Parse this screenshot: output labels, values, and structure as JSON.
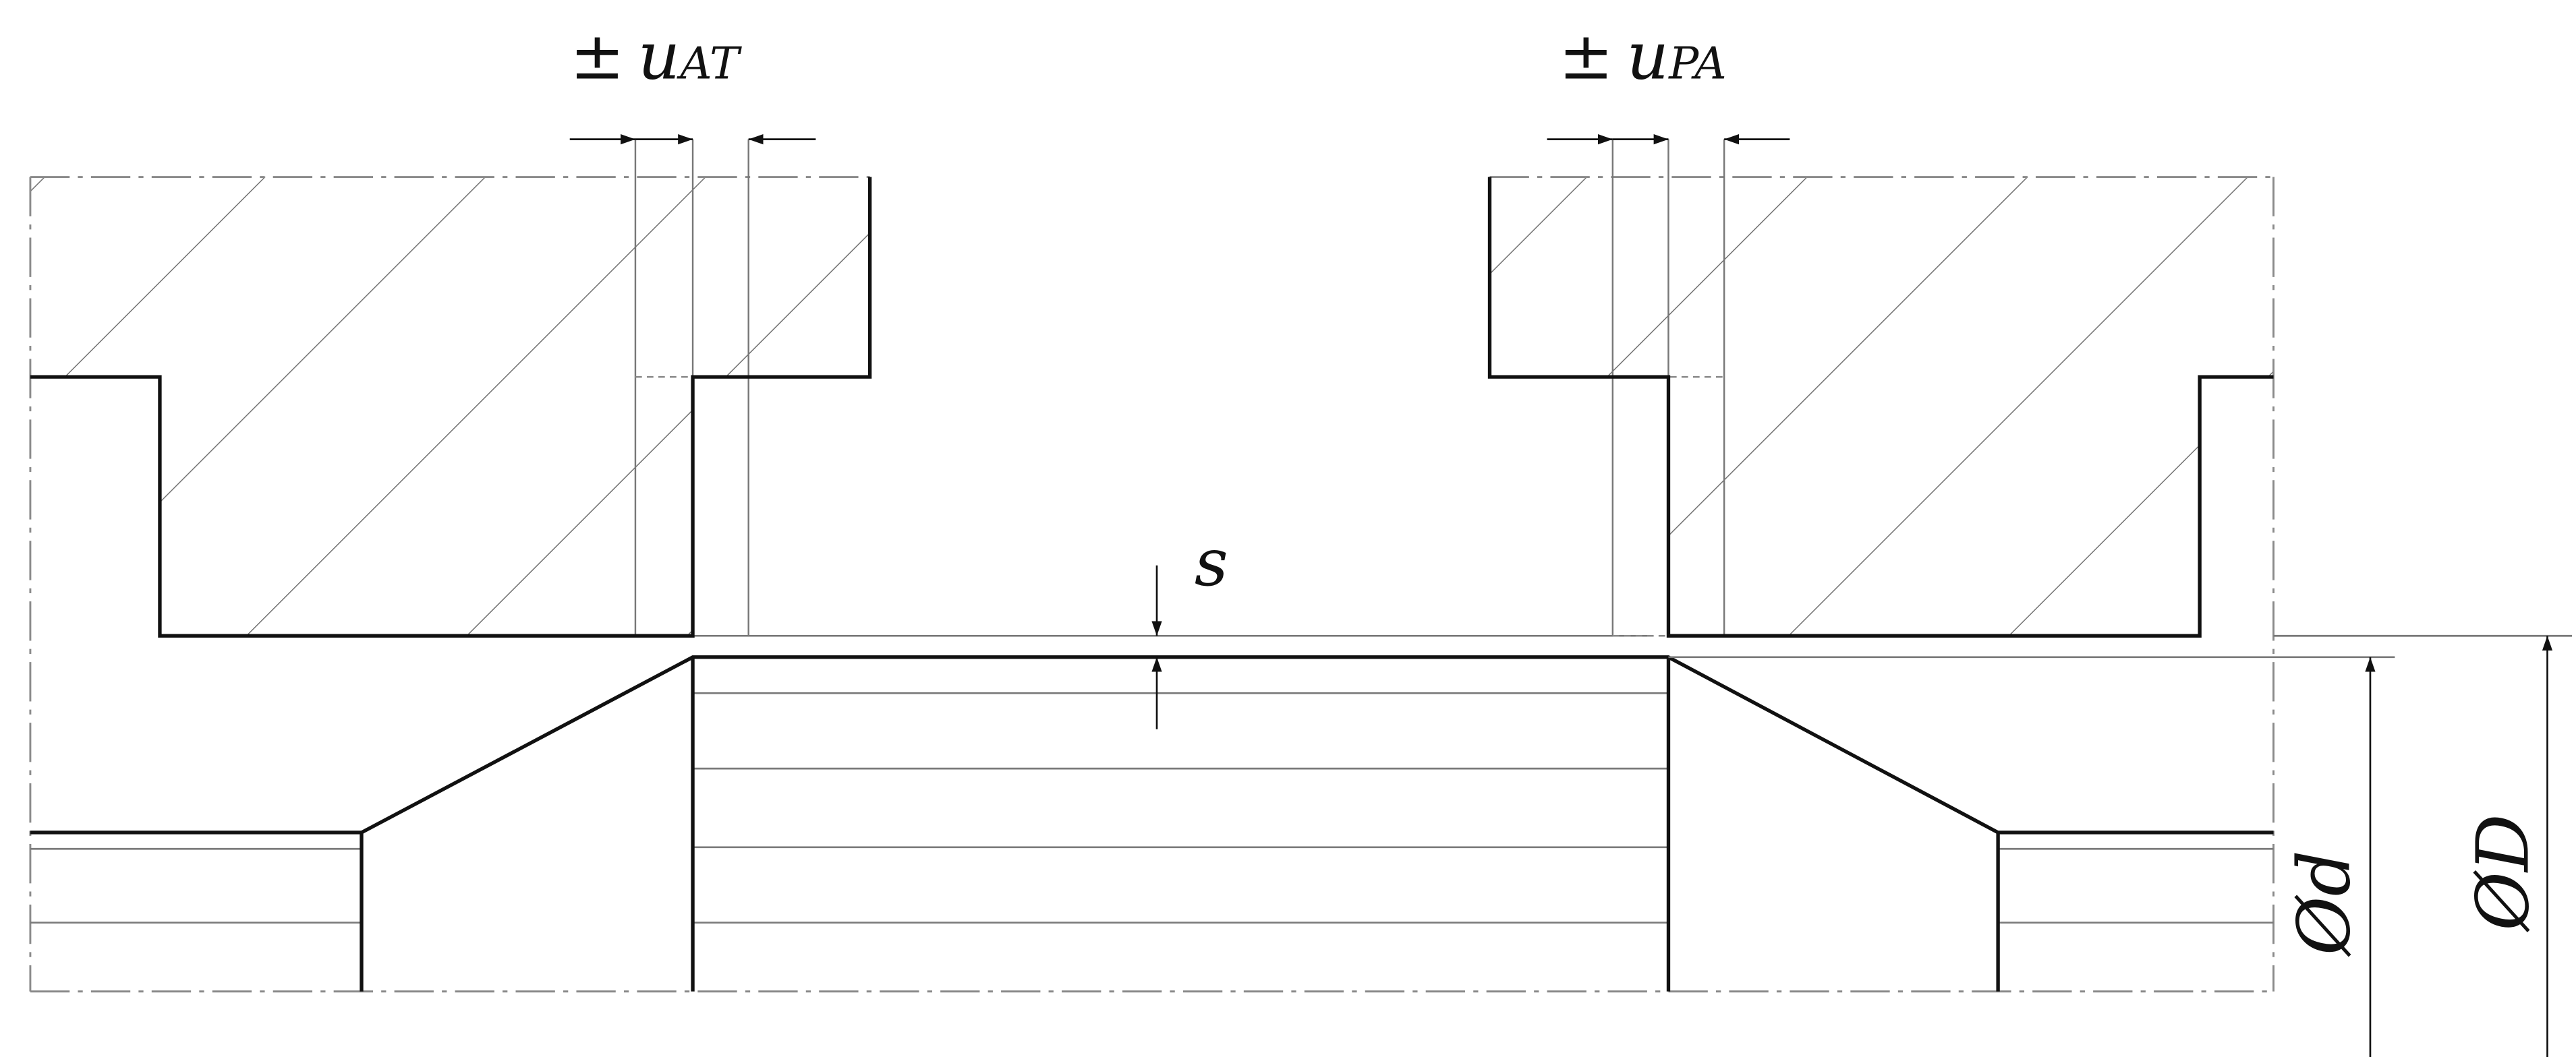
{
  "labels": {
    "u_at_pm": "±",
    "u_at_sym": "u",
    "u_at_sub": "AT",
    "u_pa_pm": "±",
    "u_pa_sym": "u",
    "u_pa_sub": "PA",
    "s": "s",
    "d": "Ød",
    "D": "ØD"
  },
  "colors": {
    "outline": "#111111",
    "thin": "#6e6e6e",
    "centerline": "#8a8a8a"
  }
}
